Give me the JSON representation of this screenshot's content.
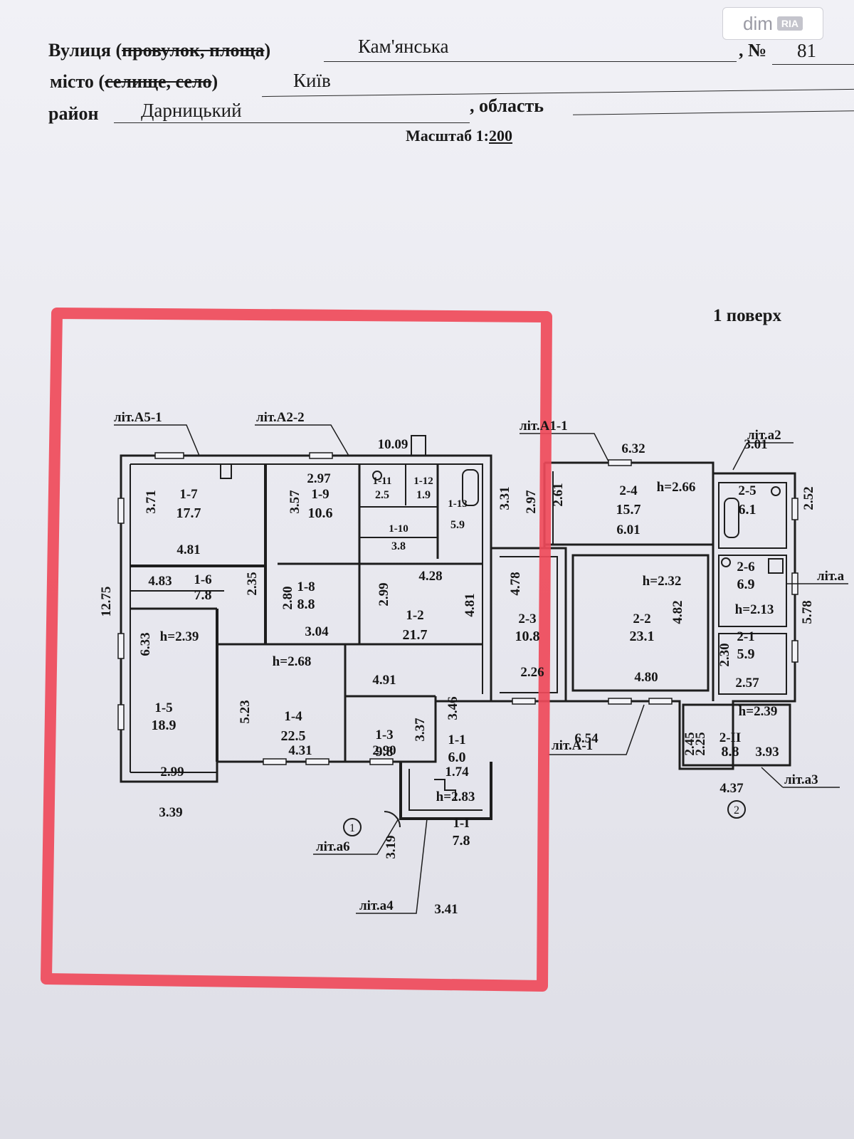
{
  "watermark": {
    "brand": "dim",
    "badge": "RIA"
  },
  "header": {
    "street_label": "Вулиця (",
    "street_struck": "провулок, площа",
    "street_label_end": ")",
    "street_value": "Кам'янська",
    "number_label": ", №",
    "number_value": "81",
    "city_label": "місто (",
    "city_struck": "селище, село",
    "city_label_end": ")",
    "city_value": "Київ",
    "district_label": "район",
    "district_value": "Дарницький",
    "region_label": ", область",
    "scale_label": "Масштаб 1:",
    "scale_value": "200"
  },
  "floor_label": "1 поверх",
  "rooms": [
    {
      "id": "1-7",
      "area": "17.7"
    },
    {
      "id": "1-9",
      "area": "10.6"
    },
    {
      "id": "1-11",
      "area": "2.5"
    },
    {
      "id": "1-12",
      "area": "1.9"
    },
    {
      "id": "1-13",
      "area": "5.9"
    },
    {
      "id": "1-10",
      "area": "3.8"
    },
    {
      "id": "1-6",
      "area": "7.8"
    },
    {
      "id": "1-8",
      "area": "8.8"
    },
    {
      "id": "1-2",
      "area": "21.7"
    },
    {
      "id": "1-5",
      "area": "18.9"
    },
    {
      "id": "1-4",
      "area": "22.5"
    },
    {
      "id": "1-3",
      "area": "9.8"
    },
    {
      "id": "1-1",
      "area": "6.0"
    },
    {
      "id": "1-I",
      "area": "7.8"
    },
    {
      "id": "2-4",
      "area": "15.7"
    },
    {
      "id": "2-5",
      "area": "6.1"
    },
    {
      "id": "2-3",
      "area": "10.8"
    },
    {
      "id": "2-2",
      "area": "23.1"
    },
    {
      "id": "2-6",
      "area": "6.9"
    },
    {
      "id": "2-1",
      "area": "5.9"
    },
    {
      "id": "2-II",
      "area": "8.8"
    }
  ],
  "dimensions": [
    "10.09",
    "2.97",
    "3.71",
    "4.81",
    "3.57",
    "3.31",
    "2.97",
    "6.32",
    "3.01",
    "2.61",
    "6.01",
    "2.52",
    "4.83",
    "2.35",
    "2.80",
    "3.04",
    "2.99",
    "4.28",
    "4.81",
    "4.78",
    "2.26",
    "4.82",
    "4.80",
    "5.78",
    "2.30",
    "2.57",
    "12.75",
    "6.33",
    "5.23",
    "4.31",
    "4.91",
    "3.37",
    "2.90",
    "3.46",
    "1.74",
    "2.99",
    "3.39",
    "6.54",
    "2.45",
    "2.25",
    "3.93",
    "4.37",
    "3.19",
    "3.41"
  ],
  "heights": [
    "h=2.66",
    "h=2.32",
    "h=2.13",
    "h=2.39",
    "h=2.68",
    "h=2.39",
    "h=2.83"
  ],
  "lit_labels": [
    "літ.А5-1",
    "літ.А2-2",
    "літ.А1-1",
    "літ.а2",
    "літ.а",
    "літ.А-1",
    "літ.а3",
    "літ.а6",
    "літ.а4"
  ],
  "entrances": [
    "1",
    "2"
  ]
}
